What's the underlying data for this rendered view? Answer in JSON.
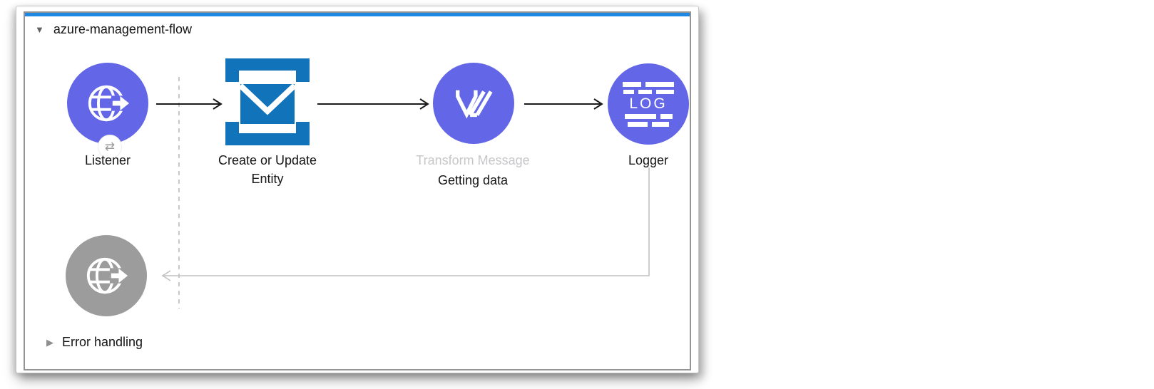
{
  "flow": {
    "title": "azure-management-flow",
    "error_handling_label": "Error handling",
    "colors": {
      "accent_bar": "#1e88e5",
      "node": "#6266e7",
      "disabled_node": "#9c9c9c",
      "entity_icon": "#1173ba",
      "flow_border": "#949494"
    },
    "nodes": [
      {
        "id": "listener",
        "label": "Listener",
        "icon": "globe-arrow-icon",
        "badge_glyph": "⇄"
      },
      {
        "id": "create-or-update-entity",
        "label_line1": "Create or Update",
        "label_line2": "Entity",
        "icon": "azure-envelope-brackets-icon"
      },
      {
        "id": "transform-message",
        "label": "Transform Message",
        "sublabel": "Getting data",
        "icon": "dataweave-icon"
      },
      {
        "id": "logger",
        "label": "Logger",
        "icon": "log-lines-icon",
        "icon_text": "LOG"
      },
      {
        "id": "http-request-disabled",
        "label": "",
        "icon": "globe-arrow-icon"
      }
    ]
  }
}
